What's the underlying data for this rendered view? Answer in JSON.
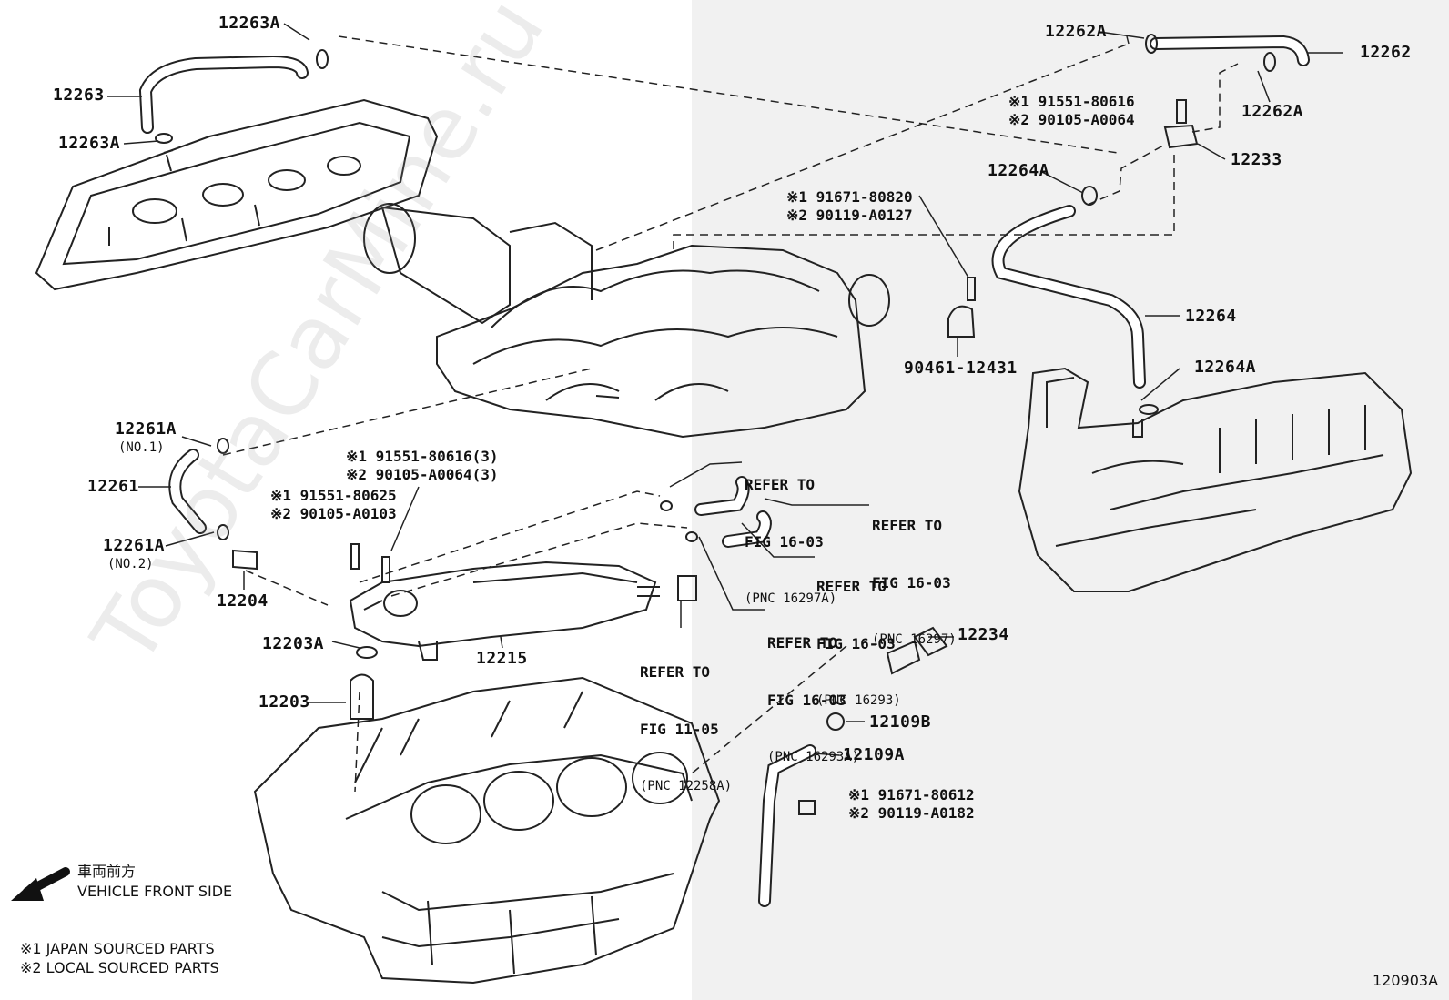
{
  "watermark": "ToyotaCarMine.ru",
  "drawing_id": "120903A",
  "legend": {
    "front_jp": "車両前方",
    "front_en": "VEHICLE FRONT SIDE",
    "note1": "※1 JAPAN SOURCED PARTS",
    "note2": "※2 LOCAL SOURCED PARTS"
  },
  "parts": {
    "p12263A_top": "12263A",
    "p12263": "12263",
    "p12263A_bot": "12263A",
    "p12262A_top": "12262A",
    "p12262": "12262",
    "p12262A_right": "12262A",
    "p12233": "12233",
    "p12264A_top": "12264A",
    "p12264": "12264",
    "p12264A_bot": "12264A",
    "p90461": "90461-12431",
    "p12261A_1": "12261A",
    "p12261A_1_sub": "(NO.1)",
    "p12261": "12261",
    "p12261A_2": "12261A",
    "p12261A_2_sub": "(NO.2)",
    "p12204": "12204",
    "p12203A": "12203A",
    "p12203": "12203",
    "p12215": "12215",
    "p12234": "12234",
    "p12109B": "12109B",
    "p12109A": "12109A"
  },
  "bolts": {
    "b1_1": "※1 91551-80616",
    "b1_2": "※2 90105-A0064",
    "b2_1": "※1 91671-80820",
    "b2_2": "※2 90119-A0127",
    "b3_1": "※1 91551-80616(3)",
    "b3_2": "※2 90105-A0064(3)",
    "b4_1": "※1 91551-80625",
    "b4_2": "※2 90105-A0103",
    "b5_1": "※1 91671-80612",
    "b5_2": "※2 90119-A0182"
  },
  "refs": [
    {
      "line1": "REFER TO",
      "line2": "FIG 16-03",
      "pnc": "(PNC 16297A)"
    },
    {
      "line1": "REFER TO",
      "line2": "FIG 16-03",
      "pnc": "(PNC 16297)"
    },
    {
      "line1": "REFER TO",
      "line2": "FIG 16-03",
      "pnc": "(PNC 16293)"
    },
    {
      "line1": "REFER TO",
      "line2": "FIG 16-03",
      "pnc": "(PNC 16293A)"
    },
    {
      "line1": "REFER TO",
      "line2": "FIG 11-05",
      "pnc": "(PNC 12258A)"
    }
  ]
}
